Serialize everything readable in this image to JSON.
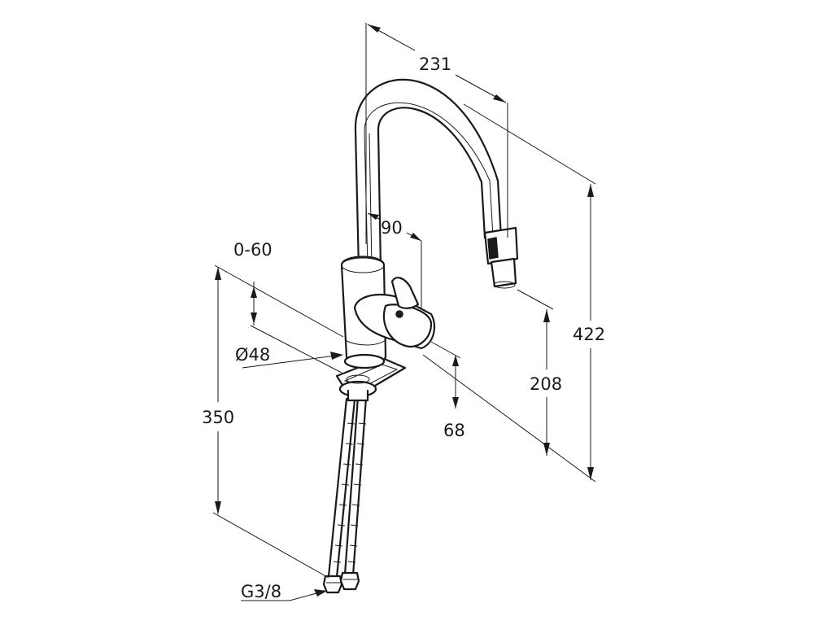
{
  "dimensions": {
    "spout_reach": "231",
    "rotation": "90",
    "adjust_range": "0-60",
    "base_diameter": "Ø48",
    "total_height": "422",
    "outlet_height": "208",
    "lever_height": "68",
    "hose_length": "350",
    "connection": "G3/8"
  },
  "colors": {
    "line": "#1a1a1a",
    "background": "#ffffff"
  }
}
